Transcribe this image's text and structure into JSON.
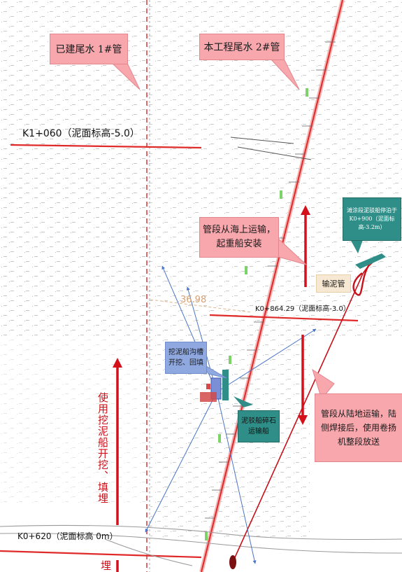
{
  "callouts": {
    "existing_pipe": "已建尾水 1#管",
    "project_pipe": "本工程尾水 2#管",
    "sea_transport": "管段从海上运输，起重船安装",
    "mud_boat": "滩涂段泥驳船停泊于 K0+900（泥面标高-3.2m）",
    "mud_pipe": "输泥管",
    "dredger": "挖泥船沟槽开挖、回填",
    "barge": "泥驳船碎石运输船",
    "land_transport": "管段从陆地运输，陆侧焊接后，使用卷扬机整段放送"
  },
  "stations": {
    "k1060": "K1+060（泥面标高-5.0）",
    "k0864": "K0+864.29（泥面标高-3.0）",
    "k0620": "K0+620（泥面标高 0m）",
    "bearing": "36.98"
  },
  "side_note": {
    "main": "使用挖泥船开挖、填埋",
    "bottom": "埋"
  },
  "colors": {
    "pipe_red": "#e02a2a",
    "arrow_red": "#d4101a",
    "dredger_blue": "#8fa9e0",
    "callout_pink": "#f8a7ad",
    "teal": "#2f8f88",
    "marker_green": "#7ed26a"
  }
}
